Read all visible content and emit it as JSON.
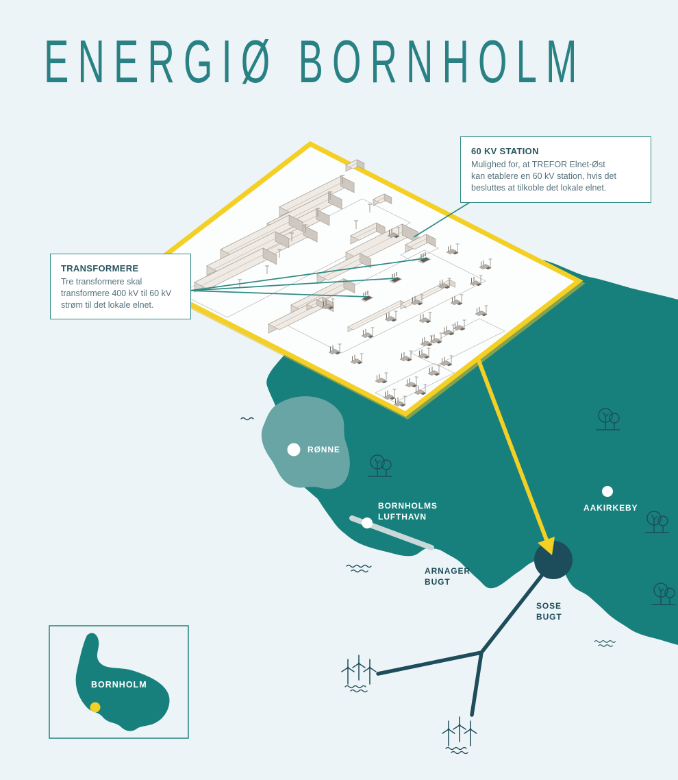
{
  "title": "ENERGIØ BORNHOLM",
  "callouts": {
    "station": {
      "title": "60 KV STATION",
      "body_lines": [
        "Mulighed for, at TREFOR Elnet-Øst",
        "kan etablere en 60 kV station, hvis det",
        "besluttes at tilkoble det lokale elnet."
      ]
    },
    "transformers": {
      "title": "TRANSFORMERE",
      "body_lines": [
        "Tre transformere skal",
        "transformere 400 kV til 60 kV",
        "strøm til det lokale elnet."
      ]
    }
  },
  "map": {
    "labels": {
      "ronne": "RØNNE",
      "airport": [
        "BORNHOLMS",
        "LUFTHAVN"
      ],
      "aakirkeby": "AAKIRKEBY",
      "arnager": [
        "ARNAGER",
        "BUGT"
      ],
      "sose": [
        "SOSE",
        "BUGT"
      ]
    },
    "inset_label": "BORNHOLM",
    "markers": [
      {
        "name": "ronne-city-dot"
      },
      {
        "name": "airport-dot"
      },
      {
        "name": "aakirkeby-city-dot"
      },
      {
        "name": "cable-landing-point"
      },
      {
        "name": "site-location-dot"
      }
    ]
  },
  "colors": {
    "background": "#edf4f7",
    "land": "#17807c",
    "land_light": "#68a5a4",
    "navy": "#1d4d5a",
    "yellow": "#f4cf24",
    "title": "#2a8184",
    "callout_border": "#2e8a85",
    "callout_title": "#29565e",
    "callout_body": "#56737d",
    "runway": "#cbd8da",
    "plot_ground": "#fcfdfd"
  }
}
